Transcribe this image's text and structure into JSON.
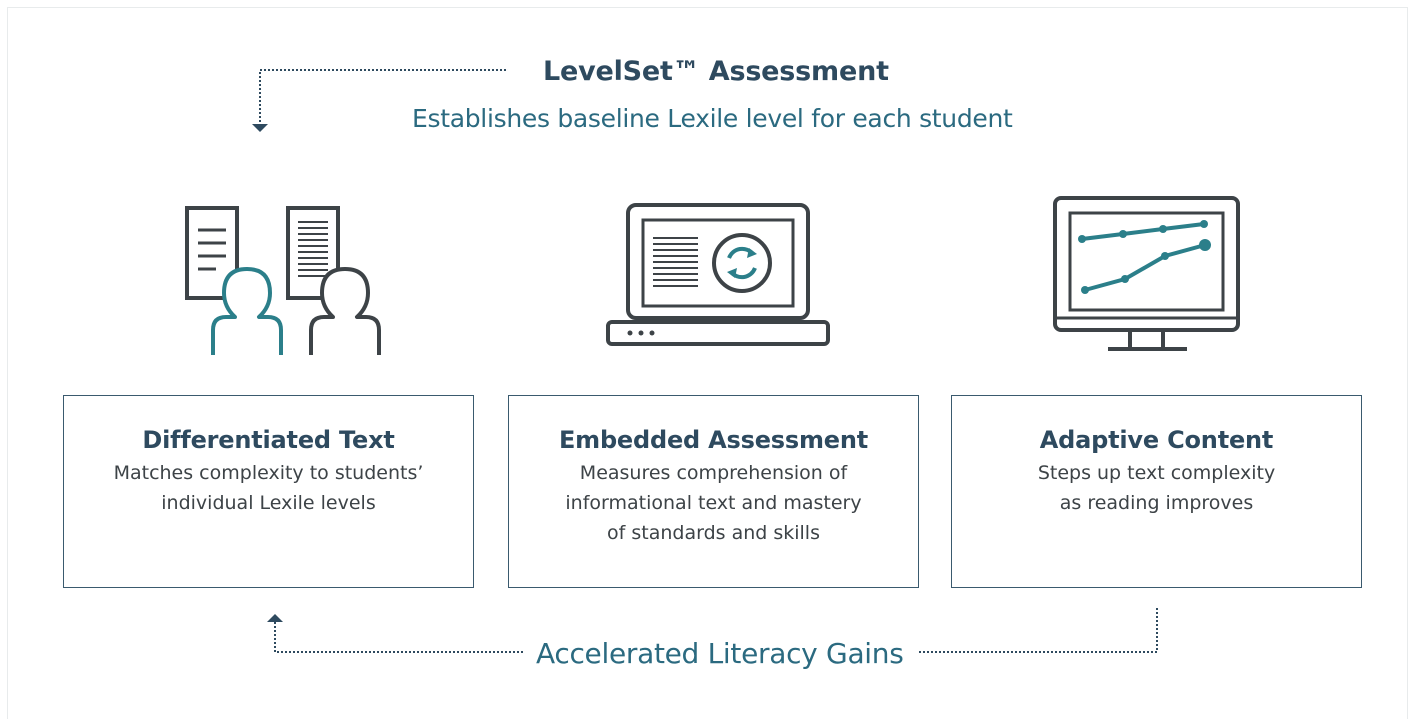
{
  "header": {
    "title": "LevelSet™ Assessment",
    "subtitle": "Establishes baseline Lexile level for each student"
  },
  "cards": [
    {
      "title": "Differentiated Text",
      "desc_lines": [
        "Matches complexity to students’",
        "individual Lexile levels"
      ],
      "icon": "students-reading-icon"
    },
    {
      "title": "Embedded Assessment",
      "desc_lines": [
        "Measures comprehension of",
        "informational text and mastery",
        "of standards and skills"
      ],
      "icon": "laptop-refresh-icon"
    },
    {
      "title": "Adaptive Content",
      "desc_lines": [
        "Steps up text complexity",
        "as reading improves"
      ],
      "icon": "monitor-line-chart-icon"
    }
  ],
  "footer": {
    "label": "Accelerated Literacy Gains"
  },
  "colors": {
    "navy": "#2e4a5f",
    "teal": "#2b7f8a",
    "gray": "#3d4347",
    "border": "#3a5a6e"
  }
}
